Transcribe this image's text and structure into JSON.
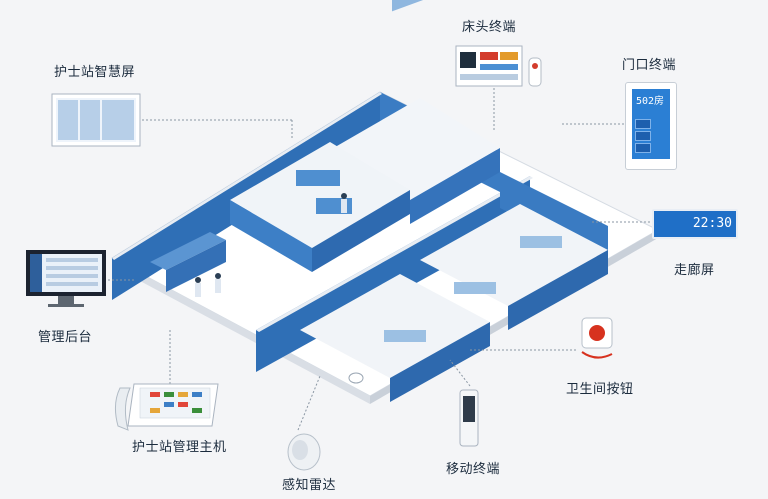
{
  "labels": {
    "nurse_station_screen": "护士站智慧屏",
    "bedside_terminal": "床头终端",
    "door_terminal": "门口终端",
    "management_backend": "管理后台",
    "corridor_screen": "走廊屏",
    "bathroom_button": "卫生间按钮",
    "nurse_station_host": "护士站管理主机",
    "sensing_radar": "感知雷达",
    "mobile_terminal": "移动终端"
  },
  "door_terminal_display": {
    "room": "502房"
  },
  "corridor_display": {
    "time": "22:30"
  },
  "colors": {
    "wall_blue": "#2f6fb6",
    "floor_white": "#ffffff",
    "background": "#f4f5f7",
    "accent_red": "#d7321f"
  }
}
